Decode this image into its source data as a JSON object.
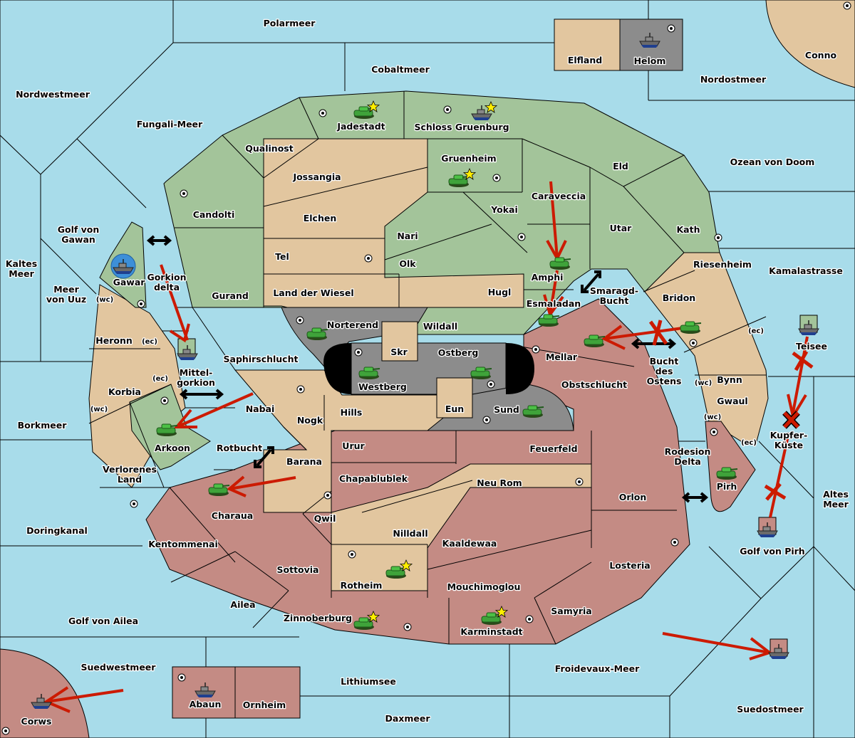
{
  "title": "Diplomacy variant map",
  "colors": {
    "sea": "#a8dcea",
    "power_green": "#a3c49a",
    "power_tan": "#e2c69f",
    "power_red": "#c48b84",
    "neutral_gray": "#8c8c8c",
    "impassable": "#000000",
    "order_arrow": "#cc1a00",
    "army_unit": "#3fa33a",
    "home_star": "#ffee00"
  },
  "sea_labels": [
    {
      "id": "polarmeer",
      "text": "Polarmeer"
    },
    {
      "id": "cobaltmeer",
      "text": "Cobaltmeer"
    },
    {
      "id": "nordwestmeer",
      "text": "Nordwestmeer"
    },
    {
      "id": "fungali-meer",
      "text": "Fungali-Meer"
    },
    {
      "id": "nordostmeer",
      "text": "Nordostmeer"
    },
    {
      "id": "ozean-von-doom",
      "text": "Ozean von Doom"
    },
    {
      "id": "golf-von-gawan",
      "text": [
        "Golf von",
        "Gawan"
      ]
    },
    {
      "id": "kaltes-meer",
      "text": [
        "Kaltes",
        "Meer"
      ]
    },
    {
      "id": "meer-von-uuz",
      "text": [
        "Meer",
        "von Uuz"
      ]
    },
    {
      "id": "gorkion-delta",
      "text": [
        "Gorkion",
        "delta"
      ]
    },
    {
      "id": "mittelgorkion",
      "text": [
        "Mittel-",
        "gorkion"
      ]
    },
    {
      "id": "rotbucht",
      "text": "Rotbucht"
    },
    {
      "id": "borkmeer",
      "text": "Borkmeer"
    },
    {
      "id": "doringkanal",
      "text": "Doringkanal"
    },
    {
      "id": "golf-von-ailea",
      "text": "Golf von Ailea"
    },
    {
      "id": "suedwestmeer",
      "text": "Suedwestmeer"
    },
    {
      "id": "lithiumsee",
      "text": "Lithiumsee"
    },
    {
      "id": "daxmeer",
      "text": "Daxmeer"
    },
    {
      "id": "froidevaux-meer",
      "text": "Froidevaux-Meer"
    },
    {
      "id": "suedostmeer",
      "text": "Suedostmeer"
    },
    {
      "id": "golf-von-pirh",
      "text": "Golf von Pirh"
    },
    {
      "id": "altes-meer",
      "text": [
        "Altes",
        "Meer"
      ]
    },
    {
      "id": "kupfer-kueste",
      "text": [
        "Kupfer-",
        "Küste"
      ]
    },
    {
      "id": "kamalastrasse",
      "text": "Kamalastrasse"
    },
    {
      "id": "smaragd-bucht",
      "text": [
        "Smaragd-",
        "Bucht"
      ]
    },
    {
      "id": "bucht-des-ostens",
      "text": [
        "Bucht",
        "des",
        "Ostens"
      ]
    },
    {
      "id": "rodesion-delta",
      "text": [
        "Rodesion",
        "Delta"
      ]
    }
  ],
  "provinces": [
    {
      "id": "jadestadt",
      "text": "Jadestadt",
      "owner": "green"
    },
    {
      "id": "schloss-gruenburg",
      "text": "Schloss Gruenburg",
      "owner": "green"
    },
    {
      "id": "qualinost",
      "text": "Qualinost",
      "owner": "green"
    },
    {
      "id": "gruenheim",
      "text": "Gruenheim",
      "owner": "green"
    },
    {
      "id": "eld",
      "text": "Eld",
      "owner": "green"
    },
    {
      "id": "jossangia",
      "text": "Jossangia",
      "owner": "tan"
    },
    {
      "id": "caraveccia",
      "text": "Caraveccia",
      "owner": "green"
    },
    {
      "id": "candolti",
      "text": "Candolti",
      "owner": "green"
    },
    {
      "id": "elchen",
      "text": "Elchen",
      "owner": "tan"
    },
    {
      "id": "yokai",
      "text": "Yokai",
      "owner": "green"
    },
    {
      "id": "utar",
      "text": "Utar",
      "owner": "green"
    },
    {
      "id": "kath",
      "text": "Kath",
      "owner": "green"
    },
    {
      "id": "nari",
      "text": "Nari",
      "owner": "green"
    },
    {
      "id": "tel",
      "text": "Tel",
      "owner": "green"
    },
    {
      "id": "olk",
      "text": "Olk",
      "owner": "tan"
    },
    {
      "id": "amphi",
      "text": "Amphi",
      "owner": "green"
    },
    {
      "id": "riesenheim",
      "text": "Riesenheim",
      "owner": "tan"
    },
    {
      "id": "gawar",
      "text": "Gawar",
      "owner": "green"
    },
    {
      "id": "gurand",
      "text": "Gurand",
      "owner": "green"
    },
    {
      "id": "land-der-wiesel",
      "text": "Land der Wiesel",
      "owner": "green"
    },
    {
      "id": "hugl",
      "text": "Hugl",
      "owner": "tan"
    },
    {
      "id": "esmaladan",
      "text": "Esmaladan",
      "owner": "green"
    },
    {
      "id": "bridon",
      "text": "Bridon",
      "owner": "green"
    },
    {
      "id": "norterend",
      "text": "Norterend",
      "owner": "neutral"
    },
    {
      "id": "wildall",
      "text": "Wildall",
      "owner": "tan"
    },
    {
      "id": "heronn",
      "text": "Heronn",
      "owner": "tan"
    },
    {
      "id": "skr",
      "text": "Skr",
      "owner": "tan"
    },
    {
      "id": "ostberg",
      "text": "Ostberg",
      "owner": "neutral"
    },
    {
      "id": "mellar",
      "text": "Mellar",
      "owner": "red"
    },
    {
      "id": "saphirschlucht",
      "text": "Saphirschlucht",
      "owner": "green"
    },
    {
      "id": "westberg",
      "text": "Westberg",
      "owner": "neutral"
    },
    {
      "id": "obstschlucht",
      "text": "Obstschlucht",
      "owner": "red"
    },
    {
      "id": "bynn",
      "text": "Bynn",
      "owner": "tan"
    },
    {
      "id": "korbia",
      "text": "Korbia",
      "owner": "tan"
    },
    {
      "id": "nabai",
      "text": "Nabai",
      "owner": "tan"
    },
    {
      "id": "eun",
      "text": "Eun",
      "owner": "tan"
    },
    {
      "id": "sund",
      "text": "Sund",
      "owner": "neutral"
    },
    {
      "id": "gwaul",
      "text": "Gwaul",
      "owner": "tan"
    },
    {
      "id": "hills",
      "text": "Hills",
      "owner": "tan"
    },
    {
      "id": "nogk",
      "text": "Nogk",
      "owner": "tan"
    },
    {
      "id": "arkoon",
      "text": "Arkoon",
      "owner": "green"
    },
    {
      "id": "urur",
      "text": "Urur",
      "owner": "tan"
    },
    {
      "id": "feuerfeld",
      "text": "Feuerfeld",
      "owner": "red"
    },
    {
      "id": "barana",
      "text": "Barana",
      "owner": "red"
    },
    {
      "id": "verlorenes-land",
      "text": [
        "Verlorenes",
        "Land"
      ],
      "owner": "tan"
    },
    {
      "id": "chapablublek",
      "text": "Chapablublek",
      "owner": "tan"
    },
    {
      "id": "neu-rom",
      "text": "Neu Rom",
      "owner": "red"
    },
    {
      "id": "pirh",
      "text": "Pirh",
      "owner": "red"
    },
    {
      "id": "orlon",
      "text": "Orlon",
      "owner": "red"
    },
    {
      "id": "charaua",
      "text": "Charaua",
      "owner": "red"
    },
    {
      "id": "qwil",
      "text": "Qwil",
      "owner": "red"
    },
    {
      "id": "nilldall",
      "text": "Nilldall",
      "owner": "tan"
    },
    {
      "id": "kentommenai",
      "text": "Kentommenai",
      "owner": "red"
    },
    {
      "id": "kaaldewaa",
      "text": "Kaaldewaa",
      "owner": "red"
    },
    {
      "id": "losteria",
      "text": "Losteria",
      "owner": "red"
    },
    {
      "id": "sottovia",
      "text": "Sottovia",
      "owner": "tan"
    },
    {
      "id": "rotheim",
      "text": "Rotheim",
      "owner": "red"
    },
    {
      "id": "mouchimoglou",
      "text": "Mouchimoglou",
      "owner": "tan"
    },
    {
      "id": "ailea",
      "text": "Ailea",
      "owner": "red"
    },
    {
      "id": "samyria",
      "text": "Samyria",
      "owner": "red"
    },
    {
      "id": "zinnoberburg",
      "text": "Zinnoberburg",
      "owner": "red"
    },
    {
      "id": "karminstadt",
      "text": "Karminstadt",
      "owner": "red"
    },
    {
      "id": "elfland",
      "text": "Elfland",
      "owner": "tan"
    },
    {
      "id": "helom",
      "text": "Helom",
      "owner": "neutral"
    },
    {
      "id": "conno",
      "text": "Conno",
      "owner": "tan"
    },
    {
      "id": "abaun",
      "text": "Abaun",
      "owner": "red"
    },
    {
      "id": "ornheim",
      "text": "Ornheim",
      "owner": "red"
    },
    {
      "id": "corws",
      "text": "Corws",
      "owner": "red"
    },
    {
      "id": "teisee",
      "text": "Teisee",
      "owner": "green"
    }
  ],
  "coast_labels": [
    {
      "id": "gawar-wc",
      "text": "(wc)"
    },
    {
      "id": "heronn-ec",
      "text": "(ec)"
    },
    {
      "id": "korbia-ec",
      "text": "(ec)"
    },
    {
      "id": "korbia-wc",
      "text": "(wc)"
    },
    {
      "id": "bynn-ec",
      "text": "(ec)"
    },
    {
      "id": "bynn-wc",
      "text": "(wc)"
    },
    {
      "id": "gwaul-wc",
      "text": "(wc)"
    },
    {
      "id": "gwaul-ec",
      "text": "(ec)"
    }
  ],
  "units": [
    {
      "type": "army",
      "owner": "green",
      "province": "Jadestadt",
      "home": true
    },
    {
      "type": "fleet",
      "owner": "green",
      "province": "Schloss Gruenburg",
      "home": true
    },
    {
      "type": "army",
      "owner": "green",
      "province": "Gruenheim",
      "home": true
    },
    {
      "type": "fleet",
      "owner": "neutral",
      "province": "Helom"
    },
    {
      "type": "fleet",
      "owner": "green",
      "province": "Gawar",
      "highlighted": true
    },
    {
      "type": "fleet",
      "owner": "green",
      "province": "Mittelgorkion",
      "retreat_box": true
    },
    {
      "type": "army",
      "owner": "green",
      "province": "Amphi"
    },
    {
      "type": "army",
      "owner": "green",
      "province": "Esmaladan"
    },
    {
      "type": "army",
      "owner": "green",
      "province": "Bridon"
    },
    {
      "type": "army",
      "owner": "red",
      "province": "Mellar"
    },
    {
      "type": "army",
      "owner": "neutral",
      "province": "Norterend"
    },
    {
      "type": "army",
      "owner": "neutral",
      "province": "Westberg"
    },
    {
      "type": "army",
      "owner": "neutral",
      "province": "Ostberg"
    },
    {
      "type": "army",
      "owner": "neutral",
      "province": "Sund"
    },
    {
      "type": "army",
      "owner": "green",
      "province": "Arkoon"
    },
    {
      "type": "army",
      "owner": "red",
      "province": "Charaua"
    },
    {
      "type": "army",
      "owner": "red",
      "province": "Pirh"
    },
    {
      "type": "army",
      "owner": "red",
      "province": "Rotheim",
      "home": true
    },
    {
      "type": "army",
      "owner": "red",
      "province": "Zinnoberburg",
      "home": true
    },
    {
      "type": "army",
      "owner": "red",
      "province": "Karminstadt",
      "home": true
    },
    {
      "type": "fleet",
      "owner": "green",
      "province": "Teisee",
      "retreat_box": true
    },
    {
      "type": "fleet",
      "owner": "red",
      "province": "Golf von Pirh",
      "retreat_box": true
    },
    {
      "type": "fleet",
      "owner": "red",
      "province": "Suedostmeer",
      "retreat_box": true
    },
    {
      "type": "fleet",
      "owner": "red",
      "province": "Abaun"
    },
    {
      "type": "fleet",
      "owner": "red",
      "province": "Corws"
    }
  ],
  "orders": [
    {
      "from": "Gorkion delta",
      "to": "Mittelgorkion",
      "type": "move"
    },
    {
      "from": "Caraveccia",
      "to": "Amphi",
      "type": "move"
    },
    {
      "from": "Amphi",
      "to": "Esmaladan",
      "type": "move"
    },
    {
      "from": "Bridon",
      "to": "Mellar",
      "type": "move",
      "failed": true
    },
    {
      "from": "Nabai",
      "to": "Arkoon",
      "type": "move"
    },
    {
      "from": "Barana",
      "to": "Charaua",
      "type": "move"
    },
    {
      "from": "Teisee",
      "to": "Kupfer-Küste",
      "type": "move",
      "failed": true
    },
    {
      "from": "Golf von Pirh",
      "to": "Kupfer-Küste",
      "type": "move",
      "failed": true
    },
    {
      "from": "Froidevaux-Meer",
      "to": "Suedostmeer",
      "type": "move"
    },
    {
      "from": "Suedwestmeer",
      "to": "Corws",
      "type": "move"
    }
  ],
  "dislodged_marker": {
    "province": "Kupfer-Küste",
    "symbol": "X"
  }
}
